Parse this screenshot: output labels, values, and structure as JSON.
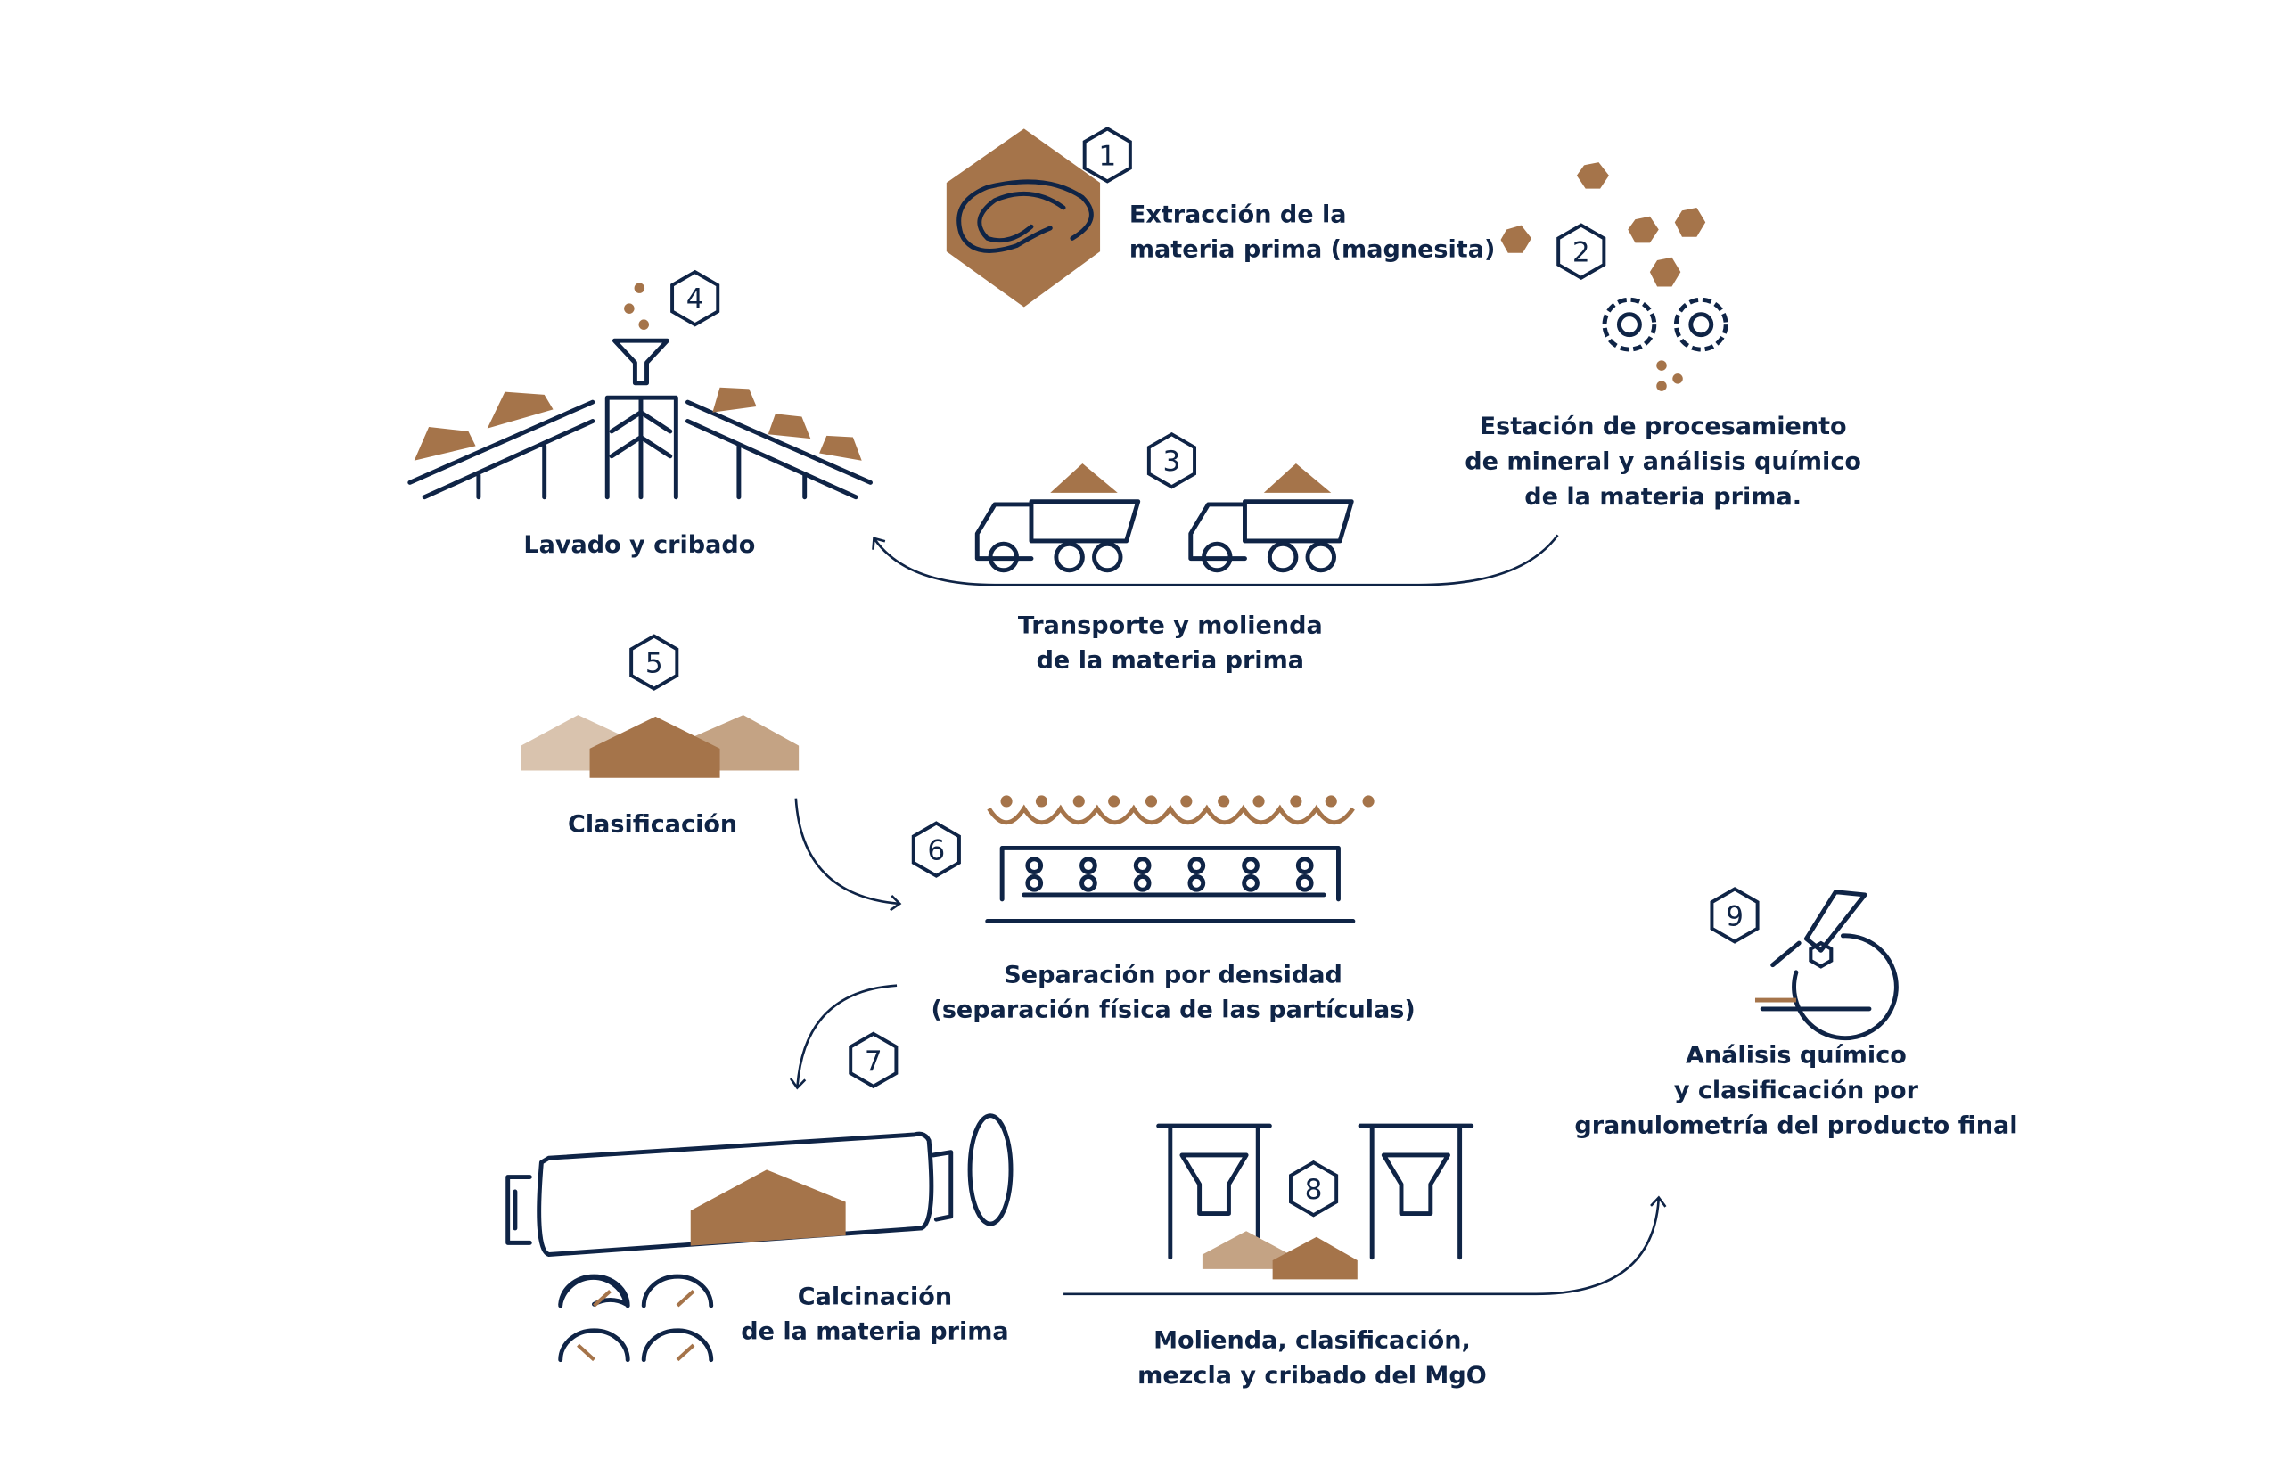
{
  "colors": {
    "navy": "#0f2446",
    "brown": "#a5744a",
    "light": "#d9c3ae",
    "mid": "#c4a384"
  },
  "steps": [
    {
      "number": "1",
      "lines": [
        "Extracción de la",
        "materia prima (magnesita)"
      ]
    },
    {
      "number": "2",
      "lines": [
        "Estación de procesamiento",
        "de mineral y análisis químico",
        "de la materia prima."
      ]
    },
    {
      "number": "3",
      "lines": [
        "Transporte y molienda",
        "de la materia prima"
      ]
    },
    {
      "number": "4",
      "lines": [
        "Lavado y cribado"
      ]
    },
    {
      "number": "5",
      "lines": [
        "Clasificación"
      ]
    },
    {
      "number": "6",
      "lines": [
        "Separación por densidad",
        "(separación física de las partículas)"
      ]
    },
    {
      "number": "7",
      "lines": [
        "Calcinación",
        "de la materia prima"
      ]
    },
    {
      "number": "8",
      "lines": [
        "Molienda, clasificación,",
        "mezcla y cribado del MgO"
      ]
    },
    {
      "number": "9",
      "lines": [
        "Análisis químico",
        "y clasificación por",
        "granulometría del producto final"
      ]
    }
  ]
}
